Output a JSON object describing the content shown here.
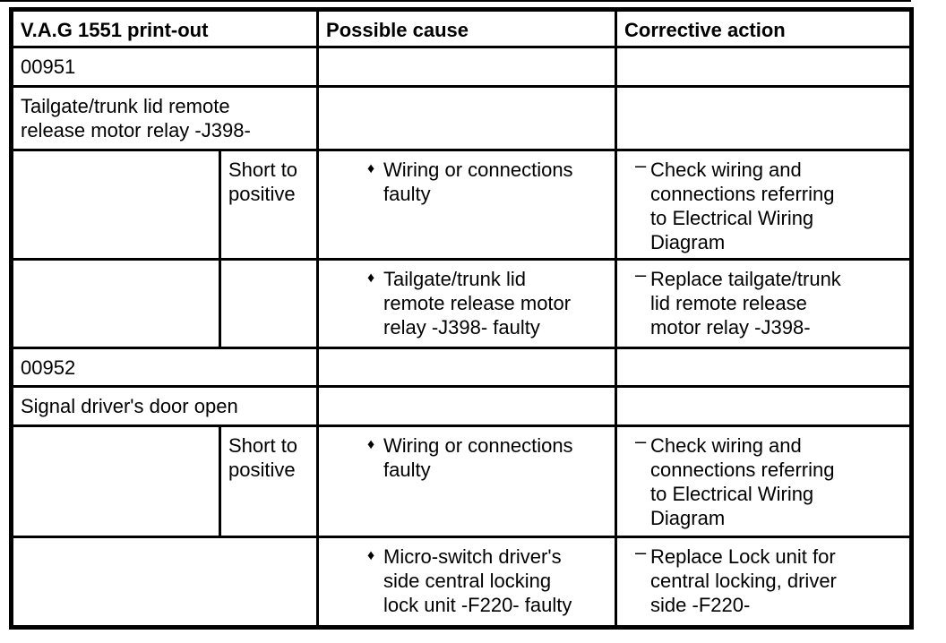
{
  "table": {
    "headers": [
      "V.A.G 1551 print-out",
      "Possible cause",
      "Corrective action"
    ],
    "markers": {
      "cause_bullet": "♦",
      "action_dash": "–"
    },
    "sections": [
      {
        "code": "00951",
        "title": "Tailgate/trunk lid remote\nrelease motor relay -J398-",
        "rows": [
          {
            "condition": "Short to\npositive",
            "cause": "Wiring or connections\nfaulty",
            "action": "Check wiring and\nconnections referring\nto Electrical Wiring\nDiagram"
          },
          {
            "condition": "",
            "cause": "Tailgate/trunk lid\nremote release motor\nrelay -J398- faulty",
            "action": "Replace tailgate/trunk\nlid remote release\nmotor relay -J398-"
          }
        ]
      },
      {
        "code": "00952",
        "title": "Signal driver's door open",
        "rows": [
          {
            "condition": "Short to\npositive",
            "cause": "Wiring or connections\nfaulty",
            "action": "Check wiring and\nconnections referring\nto Electrical Wiring\nDiagram"
          },
          {
            "condition": "",
            "cause": "Micro-switch driver's\nside central locking\nlock unit -F220- faulty",
            "action": "Replace Lock unit for\ncentral locking, driver\nside -F220-"
          }
        ]
      }
    ]
  }
}
